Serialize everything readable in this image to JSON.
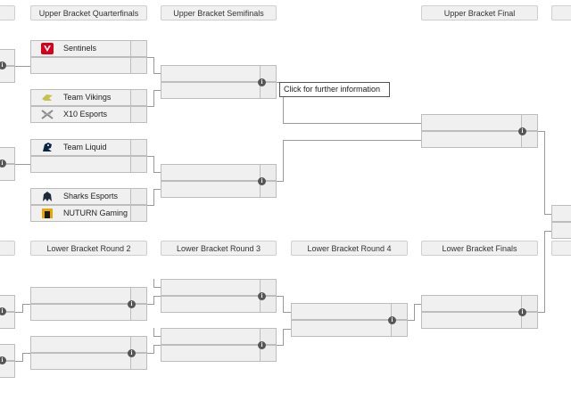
{
  "headers": {
    "upper_qf": "Upper Bracket Quarterfinals",
    "upper_sf": "Upper Bracket Semifinals",
    "upper_final": "Upper Bracket Final",
    "lower_r2": "Lower Bracket Round 2",
    "lower_r3": "Lower Bracket Round 3",
    "lower_r4": "Lower Bracket Round 4",
    "lower_finals": "Lower Bracket Finals"
  },
  "teams": {
    "sentinels": "Sentinels",
    "team_vikings": "Team Vikings",
    "x10_esports": "X10 Esports",
    "team_liquid": "Team Liquid",
    "sharks_esports": "Sharks Esports",
    "nuturn_gaming": "NUTURN Gaming"
  },
  "tooltip": "Click for further information",
  "info_icon_glyph": "i",
  "colors": {
    "sentinels": "#d6001c",
    "vikings": "#c9c24a",
    "x10": "#8a8a8a",
    "liquid": "#0a2540",
    "sharks": "#1f2a38",
    "nuturn": "#e8a800"
  }
}
